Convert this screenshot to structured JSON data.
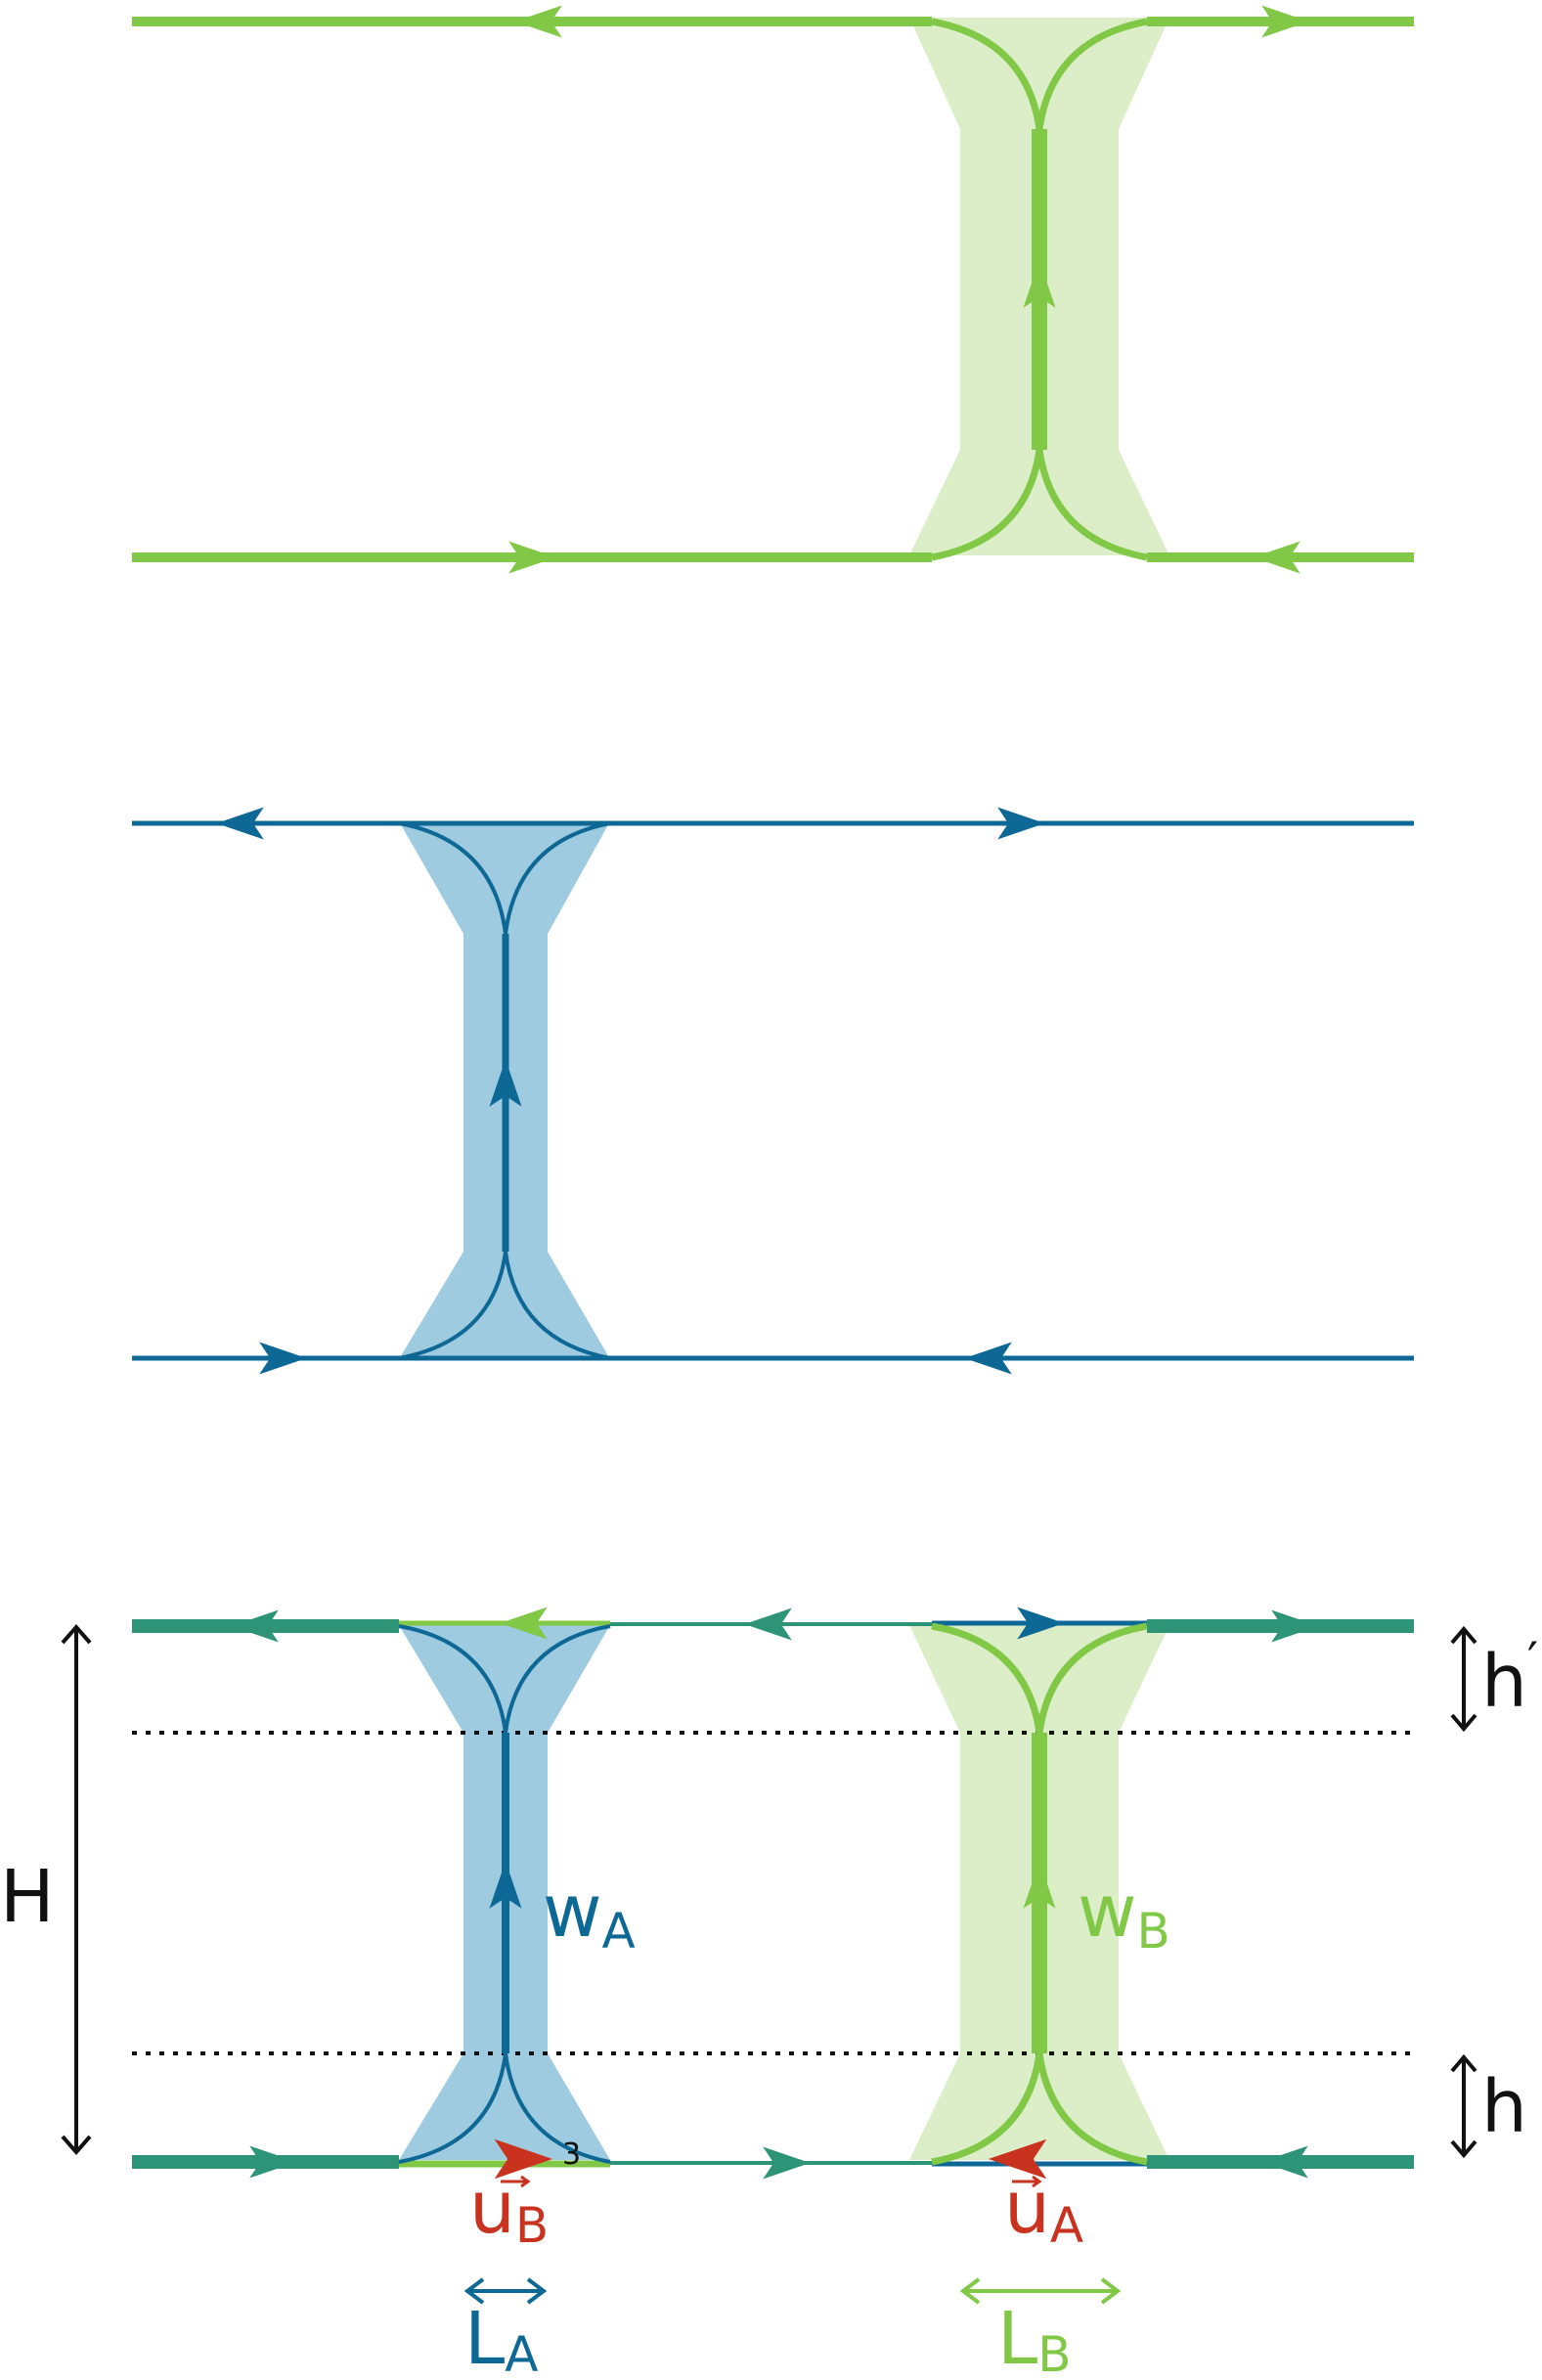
{
  "colors": {
    "green": "#80c846",
    "green_fill": "#dbeec8",
    "blue": "#0e6896",
    "blue_fill": "#9ecbe0",
    "teal": "#2e9478",
    "red": "#c8321e",
    "black": "#111111"
  },
  "labels": {
    "wA": "w",
    "wA_sub": "A",
    "wB": "w",
    "wB_sub": "B",
    "H": "H",
    "h": "h",
    "h_prime": "h",
    "h_prime_mark": "′",
    "uB": "u",
    "uB_sub": "B",
    "uA": "u",
    "uA_sub": "A",
    "LA": "L",
    "LA_sub": "A",
    "LB": "L",
    "LB_sub": "B",
    "note3": "3"
  },
  "icons": {
    "vector_arrow": "vector-arrow-icon",
    "flow_arrow": "flow-arrow-icon"
  }
}
